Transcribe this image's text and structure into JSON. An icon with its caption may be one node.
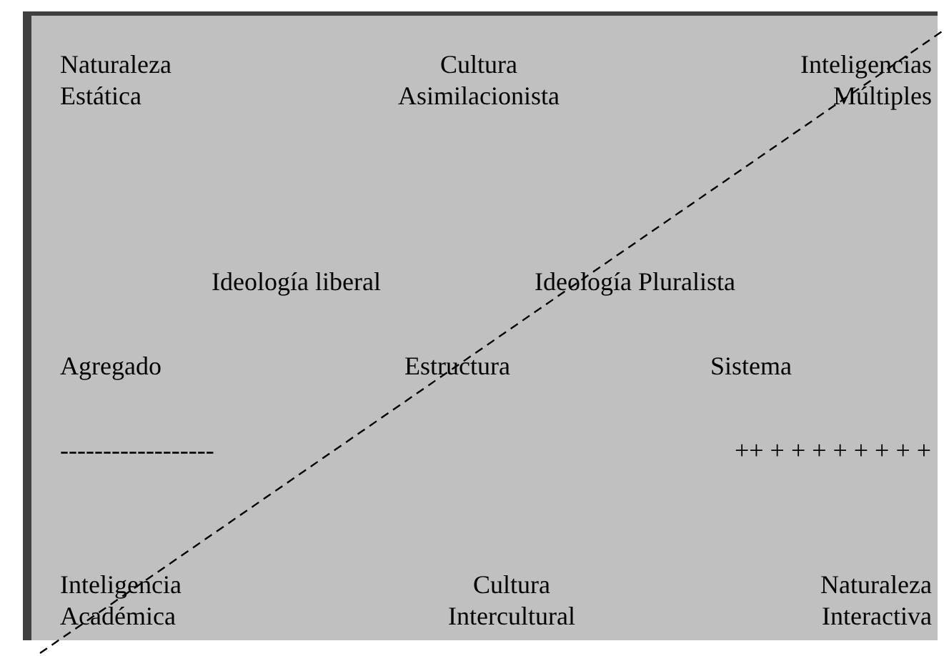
{
  "diagram": {
    "labels": [
      "Naturaleza Estática",
      "Cultura Asimilacionista",
      "Inteligencias Múltiples",
      "Ideología liberal",
      "Ideología Pluralista",
      "Agregado",
      "Estructura",
      "Sistema",
      "------------------",
      "++ + + + + + + + +",
      "Inteligencia Académica",
      "Cultura Intercultural",
      "Naturaleza Interactiva"
    ]
  }
}
